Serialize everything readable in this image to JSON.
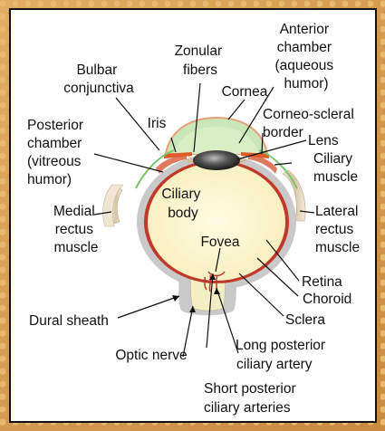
{
  "diagram": {
    "labels": {
      "anterior_chamber": [
        "Anterior",
        "chamber",
        "(aqueous",
        "humor)"
      ],
      "zonular_fibers": [
        "Zonular",
        "fibers"
      ],
      "bulbar_conjunctiva": [
        "Bulbar",
        "conjunctiva"
      ],
      "cornea": [
        "Cornea"
      ],
      "iris": [
        "Iris"
      ],
      "corneo_scleral_border": [
        "Corneo-scleral",
        "border"
      ],
      "posterior_chamber": [
        "Posterior",
        "chamber",
        "(vitreous",
        "humor)"
      ],
      "lens": [
        "Lens"
      ],
      "ciliary_muscle": [
        "Ciliary",
        "muscle"
      ],
      "ciliary_body": [
        "Ciliary",
        "body"
      ],
      "medial_rectus": [
        "Medial",
        "rectus",
        "muscle"
      ],
      "lateral_rectus": [
        "Lateral",
        "rectus",
        "muscle"
      ],
      "fovea": [
        "Fovea"
      ],
      "retina": [
        "Retina"
      ],
      "choroid": [
        "Choroid"
      ],
      "dural_sheath": [
        "Dural sheath"
      ],
      "sclera": [
        "Sclera"
      ],
      "optic_nerve": [
        "Optic nerve"
      ],
      "long_posterior_ciliary_artery": [
        "Long posterior",
        "ciliary artery"
      ],
      "short_posterior_ciliary_arteries": [
        "Short posterior",
        "ciliary arteries"
      ]
    },
    "colors": {
      "background_frame": "#d9a456",
      "vitreous": "#fbf6d2",
      "cornea": "#c9e7b8",
      "iris": "#e05a2a",
      "choroid": "#c0392b",
      "sclera": "#c8c8c8",
      "muscle": "#e9dcc8",
      "lens": "#555555"
    }
  }
}
